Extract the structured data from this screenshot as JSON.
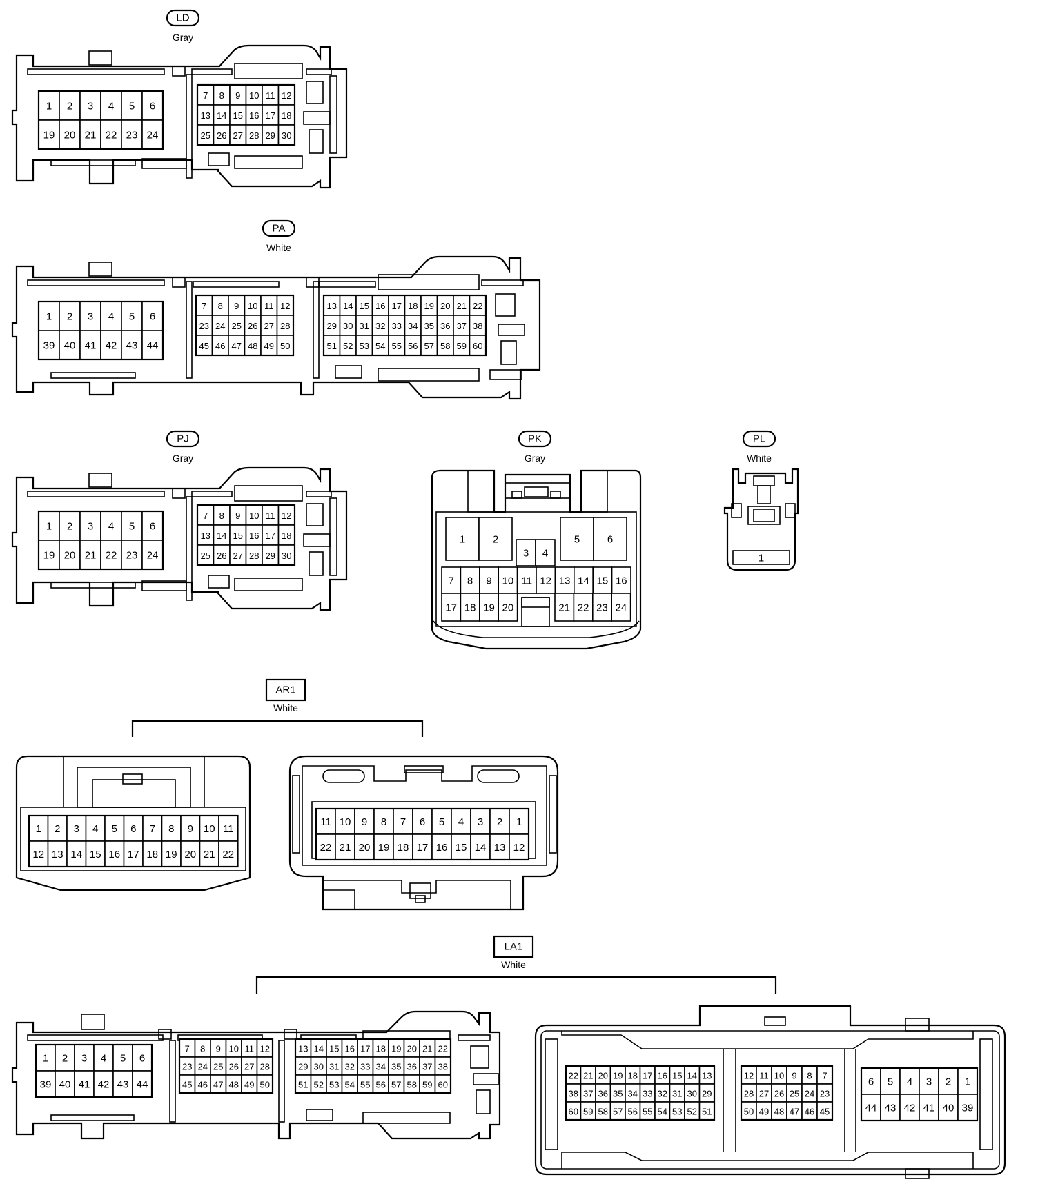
{
  "connectors": [
    {
      "id": "ld",
      "code": "LD",
      "color": "Gray"
    },
    {
      "id": "pa",
      "code": "PA",
      "color": "White"
    },
    {
      "id": "pj",
      "code": "PJ",
      "color": "Gray"
    },
    {
      "id": "pk",
      "code": "PK",
      "color": "Gray"
    },
    {
      "id": "pl",
      "code": "PL",
      "color": "White"
    },
    {
      "id": "ar1",
      "code": "AR1",
      "color": "White"
    },
    {
      "id": "la1",
      "code": "LA1",
      "color": "White"
    }
  ],
  "pin_groups": {
    "ld_a": {
      "rows": [
        [
          1,
          2,
          3,
          4,
          5,
          6
        ],
        [
          19,
          20,
          21,
          22,
          23,
          24
        ]
      ]
    },
    "ld_b": {
      "rows": [
        [
          7,
          8,
          9,
          10,
          11,
          12
        ],
        [
          13,
          14,
          15,
          16,
          17,
          18
        ],
        [
          25,
          26,
          27,
          28,
          29,
          30
        ]
      ]
    },
    "pa_a": {
      "rows": [
        [
          1,
          2,
          3,
          4,
          5,
          6
        ],
        [
          39,
          40,
          41,
          42,
          43,
          44
        ]
      ]
    },
    "pa_b": {
      "rows": [
        [
          7,
          8,
          9,
          10,
          11,
          12
        ],
        [
          23,
          24,
          25,
          26,
          27,
          28
        ],
        [
          45,
          46,
          47,
          48,
          49,
          50
        ]
      ]
    },
    "pa_c": {
      "rows": [
        [
          13,
          14,
          15,
          16,
          17,
          18,
          19,
          20,
          21,
          22
        ],
        [
          29,
          30,
          31,
          32,
          33,
          34,
          35,
          36,
          37,
          38
        ],
        [
          51,
          52,
          53,
          54,
          55,
          56,
          57,
          58,
          59,
          60
        ]
      ]
    },
    "pj_a": {
      "rows": [
        [
          1,
          2,
          3,
          4,
          5,
          6
        ],
        [
          19,
          20,
          21,
          22,
          23,
          24
        ]
      ]
    },
    "pj_b": {
      "rows": [
        [
          7,
          8,
          9,
          10,
          11,
          12
        ],
        [
          13,
          14,
          15,
          16,
          17,
          18
        ],
        [
          25,
          26,
          27,
          28,
          29,
          30
        ]
      ]
    },
    "pk_row1": [
      7,
      8,
      9,
      10,
      11,
      12,
      13,
      14,
      15,
      16
    ],
    "pk_row2a": [
      17,
      18,
      19,
      20
    ],
    "pk_row2b": [
      21,
      22,
      23,
      24
    ],
    "pk_big": [
      1,
      2,
      5,
      6
    ],
    "pk_mid": [
      3,
      4
    ],
    "pl_pin": 1,
    "ar1_a": {
      "rows": [
        [
          1,
          2,
          3,
          4,
          5,
          6,
          7,
          8,
          9,
          10,
          11
        ],
        [
          12,
          13,
          14,
          15,
          16,
          17,
          18,
          19,
          20,
          21,
          22
        ]
      ]
    },
    "ar1_b": {
      "rows": [
        [
          11,
          10,
          9,
          8,
          7,
          6,
          5,
          4,
          3,
          2,
          1
        ],
        [
          22,
          21,
          20,
          19,
          18,
          17,
          16,
          15,
          14,
          13,
          12
        ]
      ]
    },
    "la1_a": {
      "rows": [
        [
          1,
          2,
          3,
          4,
          5,
          6
        ],
        [
          39,
          40,
          41,
          42,
          43,
          44
        ]
      ]
    },
    "la1_b": {
      "rows": [
        [
          7,
          8,
          9,
          10,
          11,
          12
        ],
        [
          23,
          24,
          25,
          26,
          27,
          28
        ],
        [
          45,
          46,
          47,
          48,
          49,
          50
        ]
      ]
    },
    "la1_c": {
      "rows": [
        [
          13,
          14,
          15,
          16,
          17,
          18,
          19,
          20,
          21,
          22
        ],
        [
          29,
          30,
          31,
          32,
          33,
          34,
          35,
          36,
          37,
          38
        ],
        [
          51,
          52,
          53,
          54,
          55,
          56,
          57,
          58,
          59,
          60
        ]
      ]
    },
    "la1_d": {
      "rows": [
        [
          22,
          21,
          20,
          19,
          18,
          17,
          16,
          15,
          14,
          13
        ],
        [
          38,
          37,
          36,
          35,
          34,
          33,
          32,
          31,
          30,
          29
        ],
        [
          60,
          59,
          58,
          57,
          56,
          55,
          54,
          53,
          52,
          51
        ]
      ]
    },
    "la1_e": {
      "rows": [
        [
          12,
          11,
          10,
          9,
          8,
          7
        ],
        [
          28,
          27,
          26,
          25,
          24,
          23
        ],
        [
          50,
          49,
          48,
          47,
          46,
          45
        ]
      ]
    },
    "la1_f": {
      "rows": [
        [
          6,
          5,
          4,
          3,
          2,
          1
        ],
        [
          44,
          43,
          42,
          41,
          40,
          39
        ]
      ]
    }
  }
}
